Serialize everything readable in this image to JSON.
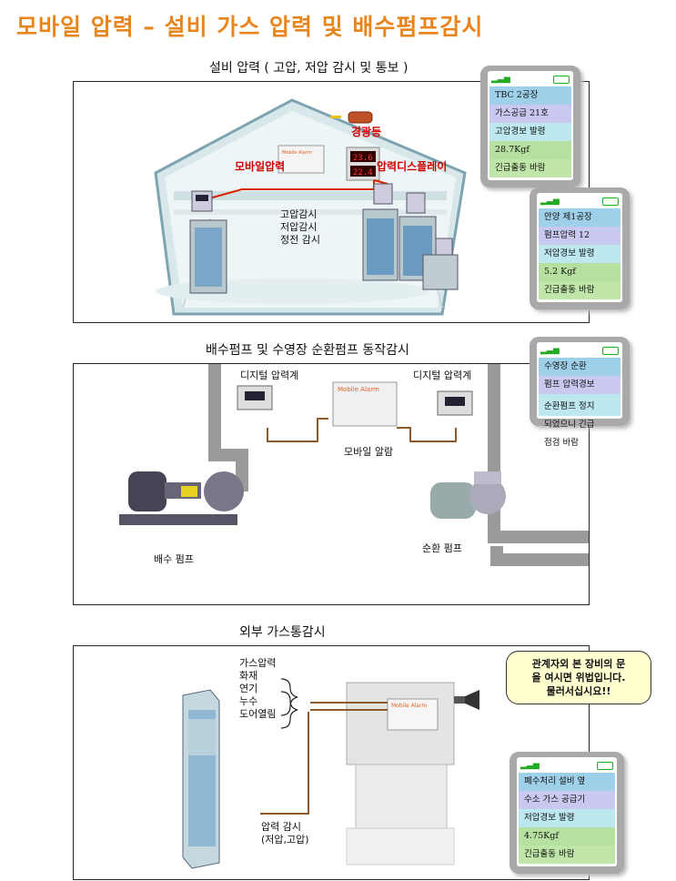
{
  "page_title": "모바일 압력 – 설비 가스 압력 및 배수펌프감시",
  "section1": {
    "title": "설비 압력 ( 고압, 저압 감시 및 통보 )",
    "labels": {
      "warning_light": "경광등",
      "mobile_pressure": "모바일압력",
      "pressure_display": "압력디스플레이",
      "monitor": "고압감시\n저압감시\n정전 감시",
      "display_value": "23.6",
      "alarm_box": "Mobile Alarm"
    },
    "phone1": [
      "TBC 2공장",
      "가스공급 21호",
      "고압경보 발령",
      "28.7Kgf",
      "긴급출동 바람"
    ],
    "phone2": [
      "안양 제1공장",
      "펌프압력 12",
      "저압경보 발령",
      "5.2 Kgf",
      "긴급출동 바람"
    ]
  },
  "section2": {
    "title": "배수펌프 및 수영장 순환펌프 동작감시",
    "labels": {
      "digital_gauge_left": "디지털 압력계",
      "digital_gauge_right": "디지털 압력계",
      "mobile_alarm": "모바일 알람",
      "drain_pump": "배수 펌프",
      "circ_pump": "순환 펌프",
      "alarm_box": "Mobile Alarm"
    },
    "phone3": [
      "수영장 순환",
      "펌프 압력경보",
      "순환펌프 정지\n되었으니 긴급\n점검 바람"
    ]
  },
  "section3": {
    "title": "외부 가스통감시",
    "labels": {
      "items": "가스압력\n화재\n연기\n누수\n도어열림",
      "pressure_monitor": "압력 감시\n(저압,고압)",
      "alarm_box": "Mobile Alarm"
    },
    "callout": "관계자외 본 장비의 문\n을 여시면 위법입니다.\n물러서십시요!!",
    "phone4": [
      "폐수처리 설비 옆",
      "수소 가스 공급기",
      "저압경보 발령",
      "4.75Kgf",
      "긴급출동 바람"
    ]
  },
  "colors": {
    "title": "#e8861e",
    "alert_red": "#d10000",
    "phone_body": "#a9a9a9"
  }
}
